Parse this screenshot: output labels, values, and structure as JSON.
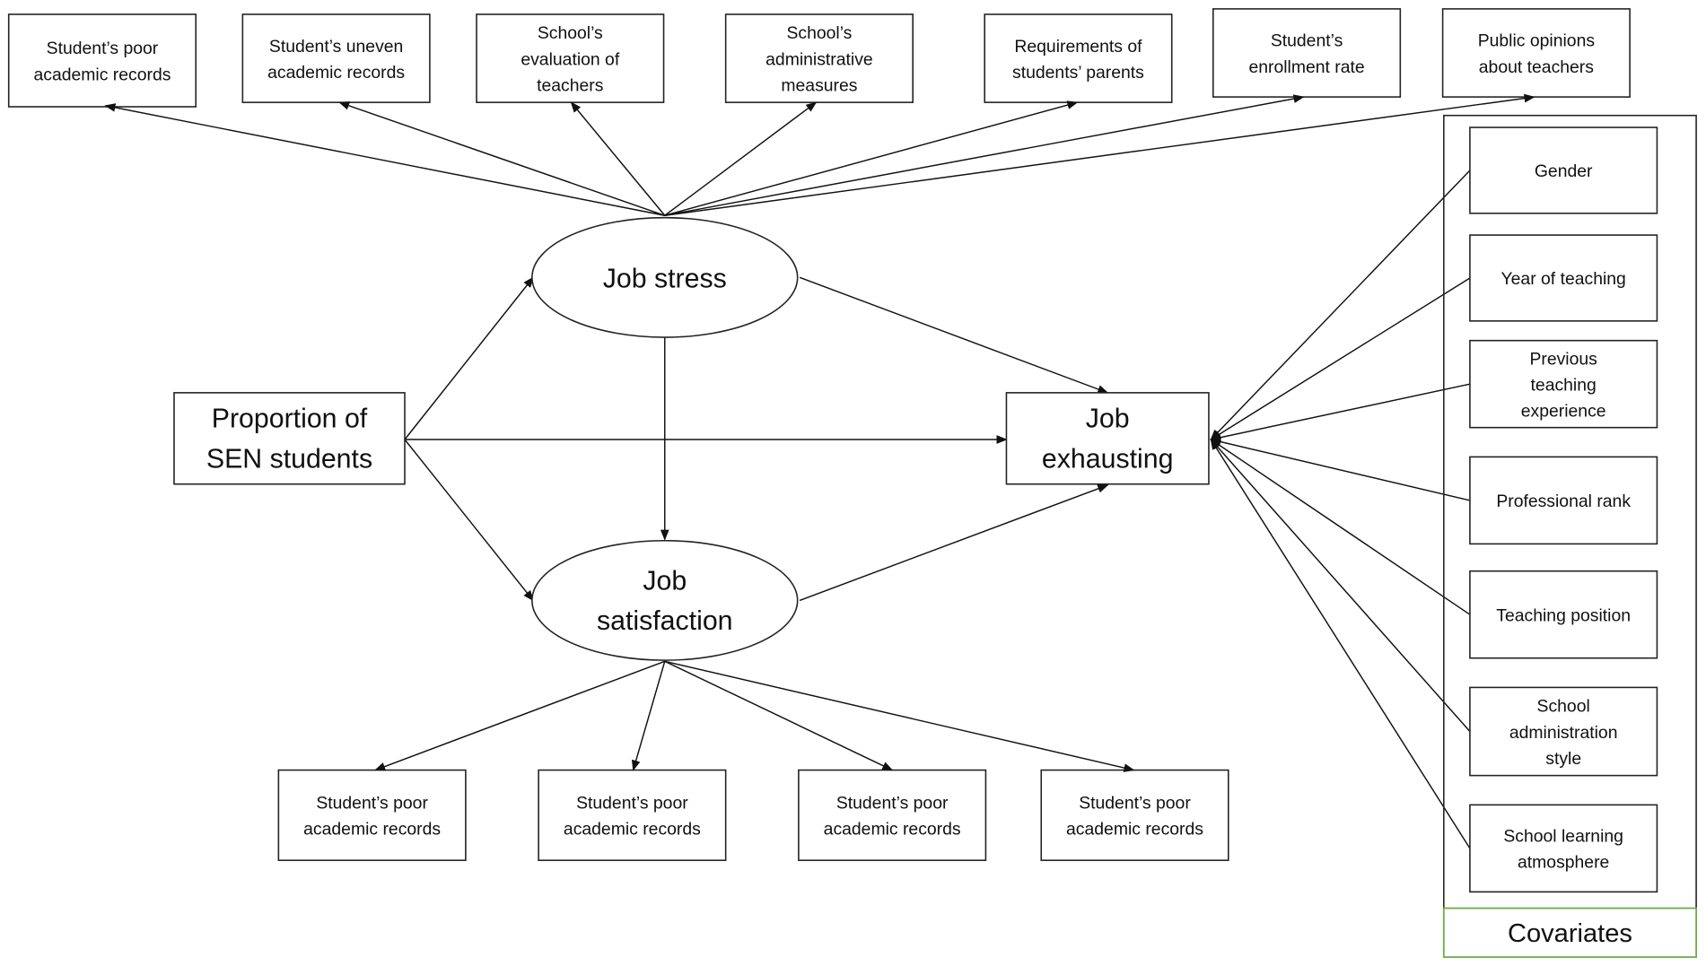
{
  "top_indicators": [
    [
      "Student’s poor",
      "academic records"
    ],
    [
      "Student’s uneven",
      "academic records"
    ],
    [
      "School’s",
      "evaluation of",
      "teachers"
    ],
    [
      "School’s",
      "administrative",
      "measures"
    ],
    [
      "Requirements of",
      "students’ parents"
    ],
    [
      "Student’s",
      "enrollment rate"
    ],
    [
      "Public opinions",
      "about teachers"
    ]
  ],
  "job_stress": [
    "Job stress"
  ],
  "job_satisfaction": [
    "Job",
    "satisfaction"
  ],
  "proportion": [
    "Proportion of",
    "SEN students"
  ],
  "job_exhausting": [
    "Job",
    "exhausting"
  ],
  "bottom_indicators": [
    [
      "Student’s poor",
      "academic records"
    ],
    [
      "Student’s poor",
      "academic records"
    ],
    [
      "Student’s poor",
      "academic records"
    ],
    [
      "Student’s poor",
      "academic records"
    ]
  ],
  "covariates": {
    "title": "Covariates",
    "border_color": "#70ad47",
    "items": [
      [
        "Gender"
      ],
      [
        "Year of teaching"
      ],
      [
        "Previous",
        "teaching",
        "experience"
      ],
      [
        "Professional rank"
      ],
      [
        "Teaching position"
      ],
      [
        "School",
        "administration",
        "style"
      ],
      [
        "School learning",
        "atmosphere"
      ]
    ]
  }
}
